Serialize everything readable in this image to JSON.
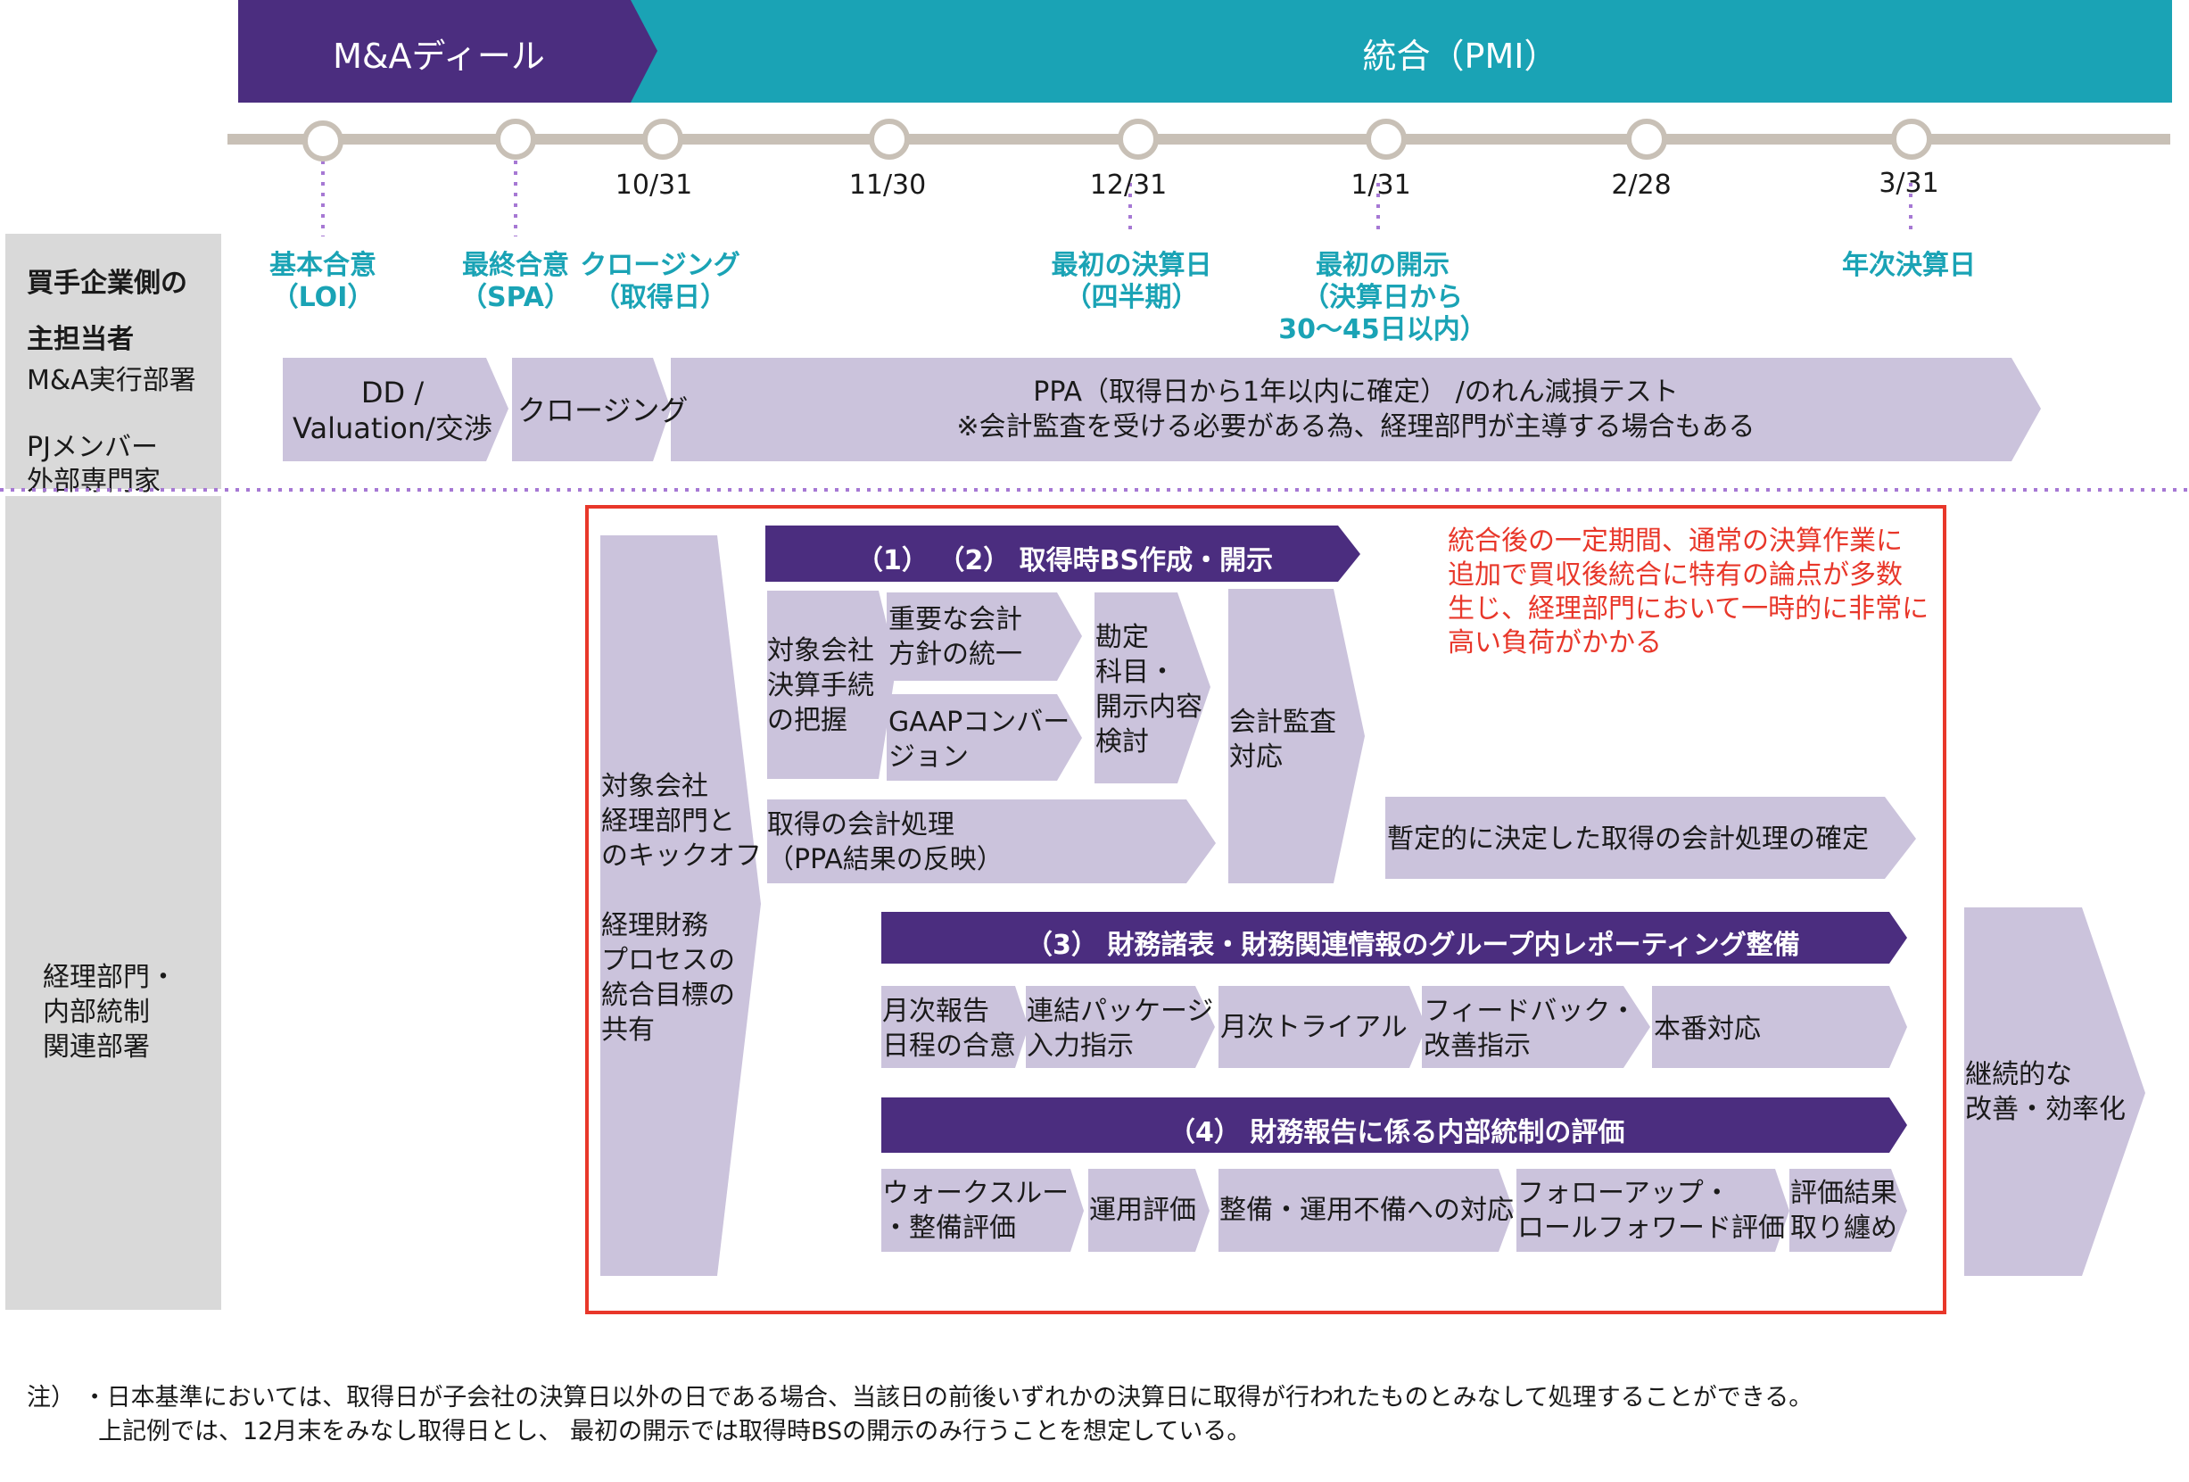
{
  "phases": {
    "deal": "M&Aディール",
    "pmi": "統合（PMI）"
  },
  "timeline": {
    "dates": [
      "10/31",
      "11/30",
      "12/31",
      "1/31",
      "2/28",
      "3/31"
    ],
    "milestones": {
      "loi": "基本合意\n（LOI）",
      "spa": "最終合意\n（SPA）",
      "closing": "クロージング\n（取得日）",
      "first_close": "最初の決算日\n（四半期）",
      "first_disclosure": "最初の開示\n（決算日から\n30～45日以内）",
      "annual_close": "年次決算日"
    }
  },
  "left_labels": {
    "buyer_title": "買手企業側の\n主担当者",
    "buyer_members": "M&A実行部署\n\nPJメンバー\n外部専門家",
    "accounting": "経理部門・\n内部統制\n関連部署"
  },
  "top_row": {
    "dd": "DD /\nValuation/交渉",
    "closing": "クロージング",
    "ppa": "PPA（取得日から1年以内に確定） /のれん減損テスト\n※会計監査を受ける必要がある為、経理部門が主導する場合もある"
  },
  "kickoff": "対象会社\n経理部門と\nのキックオフ\n\n経理財務\nプロセスの\n統合目標の\n共有",
  "section1": {
    "header": "（1） （2） 取得時BS作成・開示",
    "grasp": "対象会社\n決算手続\nの把握",
    "policy": "重要な会計\n方針の統一",
    "gaap": "GAAPコンバー\nジョン",
    "review": "勘定\n科目・\n開示内容\n検討",
    "audit": "会計監査\n対応",
    "acq_acct": "取得の会計処理\n（PPA結果の反映）",
    "provisional": "暫定的に決定した取得の会計処理の確定"
  },
  "note_red": "統合後の一定期間、通常の決算作業に\n追加で買収後統合に特有の論点が多数\n生じ、経理部門において一時的に非常に\n高い負荷がかかる",
  "section3": {
    "header": "（3） 財務諸表・財務関連情報のグループ内レポーティング整備",
    "steps": [
      "月次報告\n日程の合意",
      "連結パッケージ\n入力指示",
      "月次トライアル",
      "フィードバック・\n改善指示",
      "本番対応"
    ]
  },
  "section4": {
    "header": "（4） 財務報告に係る内部統制の評価",
    "steps": [
      "ウォークスルー\n・整備評価",
      "運用評価",
      "整備・運用不備への対応",
      "フォローアップ・\nロールフォワード評価",
      "評価結果\n取り纏め"
    ]
  },
  "continuous": "継続的な\n改善・効率化",
  "footnote": "注） ・日本基準においては、取得日が子会社の決算日以外の日である場合、当該日の前後いずれかの決算日に取得が行われたものとみなして処理することができる。\n上記例では、12月末をみなし取得日とし、 最初の開示では取得時BSの開示のみ行うことを想定している。",
  "colors": {
    "purple": "#4b2d7f",
    "teal": "#1aa3b5",
    "lavender": "#cbc3dc",
    "gray": "#d9d9d9",
    "red": "#e8372a",
    "timeline": "#c8c0b6"
  }
}
